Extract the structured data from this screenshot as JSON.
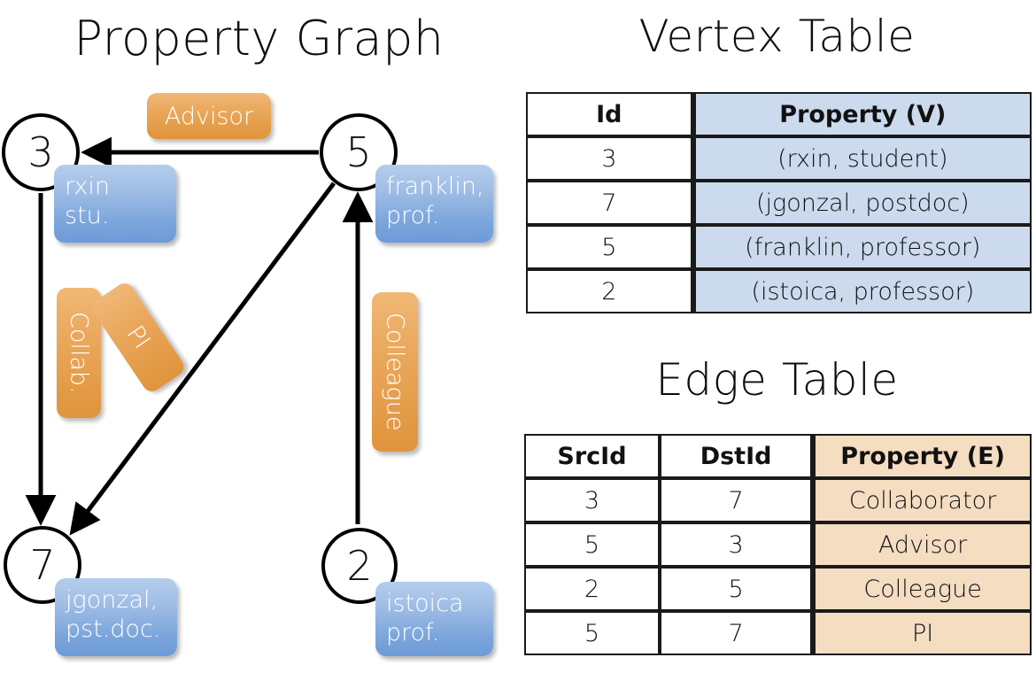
{
  "titles": {
    "property_graph": "Property Graph",
    "vertex_table": "Vertex Table",
    "edge_table": "Edge Table"
  },
  "colors": {
    "vertex_property_fill": "#ccdaee",
    "edge_property_fill": "#f5ddc2",
    "vertex_box_blue": "#7aa5db",
    "edge_label_orange": "#e39a45",
    "stroke": "#000000",
    "background": "#ffffff"
  },
  "graph": {
    "nodes": [
      {
        "id": "3",
        "label": "3",
        "property_lines": [
          "rxin",
          "stu."
        ]
      },
      {
        "id": "5",
        "label": "5",
        "property_lines": [
          "franklin,",
          "prof."
        ]
      },
      {
        "id": "7",
        "label": "7",
        "property_lines": [
          "jgonzal,",
          "pst.doc."
        ]
      },
      {
        "id": "2",
        "label": "2",
        "property_lines": [
          "istoica",
          "prof."
        ]
      }
    ],
    "edge_labels": [
      {
        "name": "advisor",
        "text": "Advisor",
        "orientation": "horizontal"
      },
      {
        "name": "collab",
        "text": "Collab.",
        "orientation": "vertical"
      },
      {
        "name": "pi",
        "text": "PI",
        "orientation": "rotated"
      },
      {
        "name": "colleague",
        "text": "Colleague",
        "orientation": "vertical"
      }
    ],
    "edges": [
      {
        "src": "5",
        "dst": "3",
        "label": "Advisor"
      },
      {
        "src": "3",
        "dst": "7",
        "label": "Collab."
      },
      {
        "src": "5",
        "dst": "7",
        "label": "PI"
      },
      {
        "src": "2",
        "dst": "5",
        "label": "Colleague"
      }
    ]
  },
  "vertex_table": {
    "headers": [
      "Id",
      "Property (V)"
    ],
    "rows": [
      {
        "id": "3",
        "property": "(rxin, student)"
      },
      {
        "id": "7",
        "property": "(jgonzal, postdoc)"
      },
      {
        "id": "5",
        "property": "(franklin, professor)"
      },
      {
        "id": "2",
        "property": "(istoica, professor)"
      }
    ]
  },
  "edge_table": {
    "headers": [
      "SrcId",
      "DstId",
      "Property (E)"
    ],
    "rows": [
      {
        "src": "3",
        "dst": "7",
        "property": "Collaborator"
      },
      {
        "src": "5",
        "dst": "3",
        "property": "Advisor"
      },
      {
        "src": "2",
        "dst": "5",
        "property": "Colleague"
      },
      {
        "src": "5",
        "dst": "7",
        "property": "PI"
      }
    ]
  }
}
